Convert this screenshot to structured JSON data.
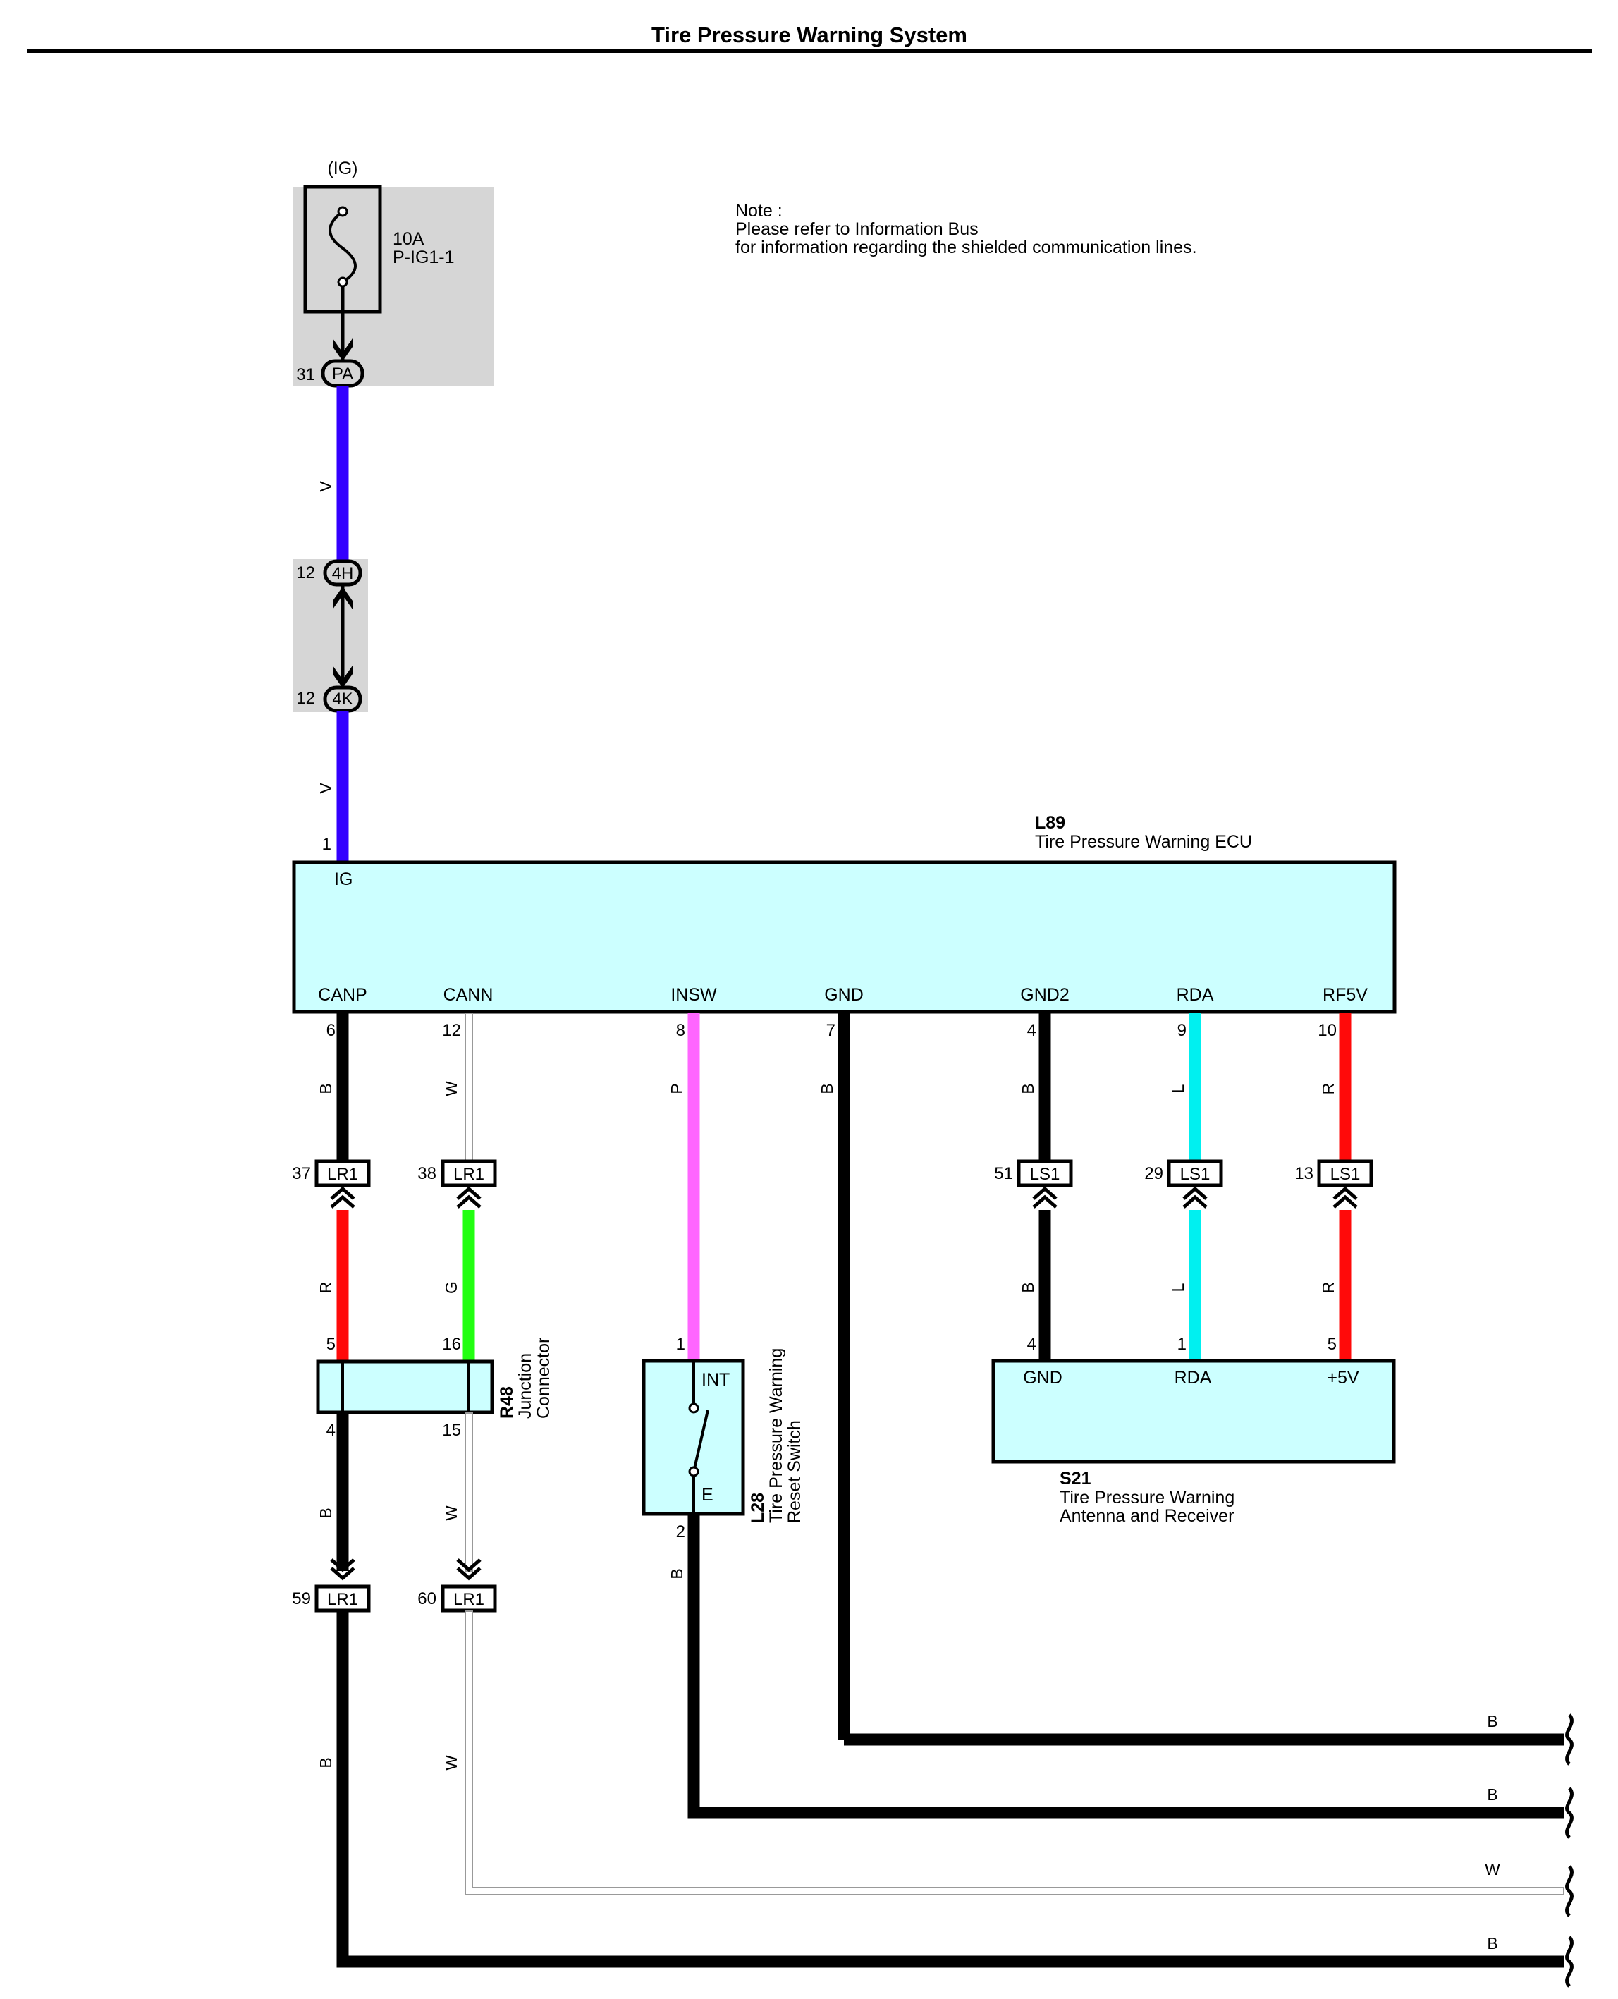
{
  "title": "Tire Pressure Warning System",
  "note": {
    "line1": "Note :",
    "line2": "Please refer to Information Bus",
    "line3": "for information regarding the shielded communication lines."
  },
  "fuse": {
    "supply": "(IG)",
    "rating": "10A",
    "name": "P-IG1-1",
    "connector": "PA",
    "pin": "31"
  },
  "inline_connectors": {
    "c4h": {
      "name": "4H",
      "pin": "12"
    },
    "c4k": {
      "name": "4K",
      "pin": "12"
    }
  },
  "wire_colors": {
    "v1": "V",
    "v2": "V",
    "canp": "B",
    "cann": "W",
    "insw": "P",
    "gnd": "B",
    "gnd2": "B",
    "rda": "L",
    "rf5v": "R",
    "lr1_37_down": "R",
    "lr1_38_down": "G",
    "ls1_51_down": "B",
    "ls1_29_down": "L",
    "ls1_13_down": "R",
    "r48_4_down": "B",
    "r48_15_down": "W",
    "l28_2_down": "B",
    "lr1_59_down": "B",
    "lr1_60_down": "W"
  },
  "ecu": {
    "id": "L89",
    "name": "Tire Pressure Warning ECU",
    "ig_pin": "1",
    "ig_label": "IG",
    "terminals": [
      {
        "label": "CANP",
        "pin": "6"
      },
      {
        "label": "CANN",
        "pin": "12"
      },
      {
        "label": "INSW",
        "pin": "8"
      },
      {
        "label": "GND",
        "pin": "7"
      },
      {
        "label": "GND2",
        "pin": "4"
      },
      {
        "label": "RDA",
        "pin": "9"
      },
      {
        "label": "RF5V",
        "pin": "10"
      }
    ]
  },
  "connectors": {
    "lr1_37": {
      "name": "LR1",
      "pin": "37"
    },
    "lr1_38": {
      "name": "LR1",
      "pin": "38"
    },
    "ls1_51": {
      "name": "LS1",
      "pin": "51"
    },
    "ls1_29": {
      "name": "LS1",
      "pin": "29"
    },
    "ls1_13": {
      "name": "LS1",
      "pin": "13"
    },
    "lr1_59": {
      "name": "LR1",
      "pin": "59"
    },
    "lr1_60": {
      "name": "LR1",
      "pin": "60"
    }
  },
  "r48": {
    "id": "R48",
    "name1": "Junction",
    "name2": "Connector",
    "pin_top_left": "5",
    "pin_top_right": "16",
    "pin_bottom_left": "4",
    "pin_bottom_right": "15"
  },
  "l28": {
    "id": "L28",
    "name1": "Tire Pressure Warning",
    "name2": "Reset Switch",
    "pin_top": "1",
    "pin_bottom": "2",
    "term_top": "INT",
    "term_bottom": "E"
  },
  "s21": {
    "id": "S21",
    "name1": "Tire Pressure Warning",
    "name2": "Antenna and Receiver",
    "terminals": [
      {
        "label": "GND",
        "pin": "4"
      },
      {
        "label": "RDA",
        "pin": "1"
      },
      {
        "label": "+5V",
        "pin": "5"
      }
    ]
  },
  "outputs": [
    {
      "color": "B"
    },
    {
      "color": "B"
    },
    {
      "color": "W"
    },
    {
      "color": "B"
    }
  ],
  "colors": {
    "V": "#3300ff",
    "B": "#000000",
    "R": "#ff0a0a",
    "G": "#22ff11",
    "P": "#ff66ff",
    "L": "#00f0f0",
    "W": "#999999",
    "component_fill": "#ccffff",
    "shade": "#d6d6d6"
  }
}
